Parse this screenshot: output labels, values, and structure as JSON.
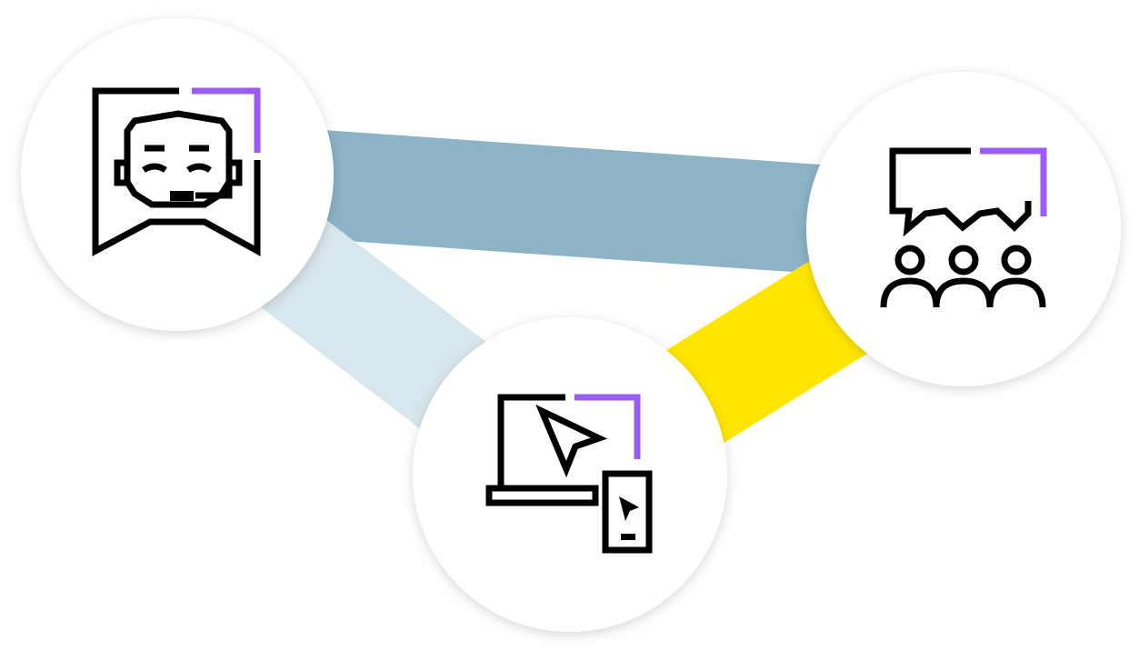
{
  "diagram": {
    "colors": {
      "background": "#ffffff",
      "node_fill": "#ffffff",
      "icon_stroke": "#000000",
      "icon_accent": "#9b5cf6"
    },
    "nodes": [
      {
        "id": "support-agent",
        "icon": "headset-agent-icon"
      },
      {
        "id": "community",
        "icon": "chat-group-icon"
      },
      {
        "id": "digital-devices",
        "icon": "laptop-phone-cursor-icon"
      }
    ],
    "connections": [
      {
        "from": "support-agent",
        "to": "community",
        "color": "#8db3c7"
      },
      {
        "from": "support-agent",
        "to": "digital-devices",
        "color": "#d8e6ed"
      },
      {
        "from": "digital-devices",
        "to": "community",
        "color": "#ffe600"
      }
    ]
  }
}
